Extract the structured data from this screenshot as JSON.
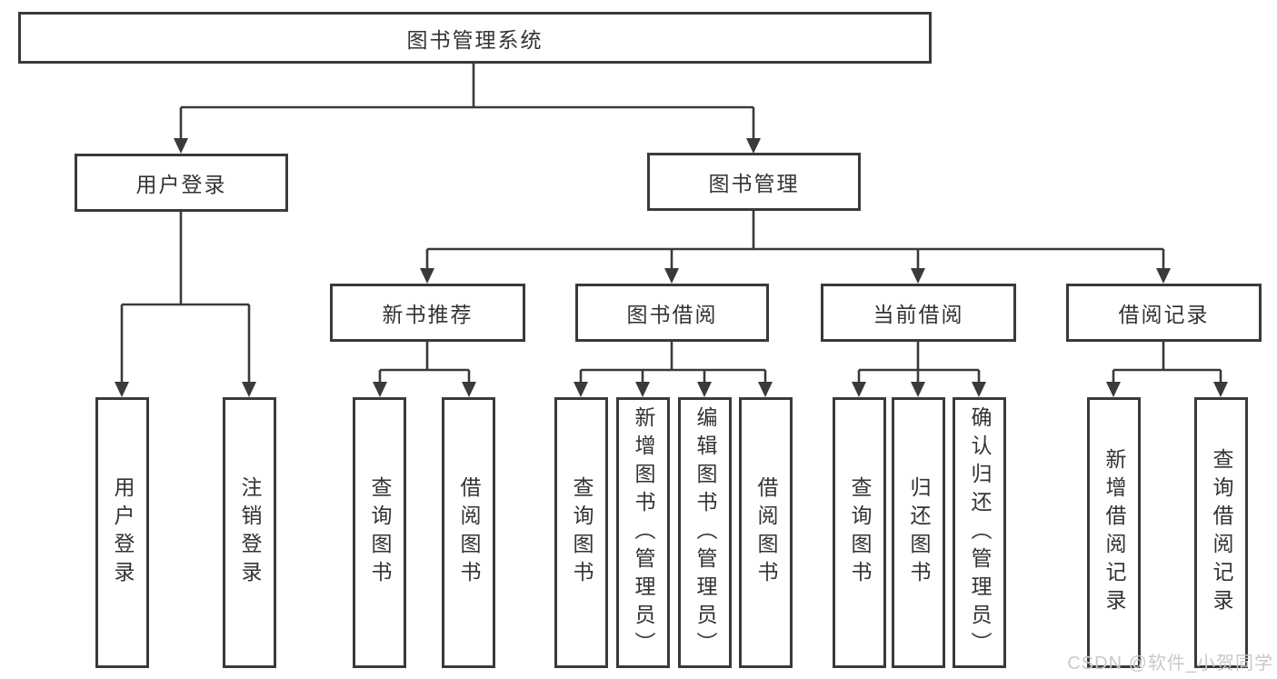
{
  "tree": {
    "root": {
      "label": "图书管理系统",
      "children": [
        {
          "label": "用户登录",
          "children": [
            {
              "label": "用户登录"
            },
            {
              "label": "注销登录"
            }
          ]
        },
        {
          "label": "图书管理",
          "children": [
            {
              "label": "新书推荐",
              "children": [
                {
                  "label": "查询图书"
                },
                {
                  "label": "借阅图书"
                }
              ]
            },
            {
              "label": "图书借阅",
              "children": [
                {
                  "label": "查询图书"
                },
                {
                  "label": "新增图书（管理员）"
                },
                {
                  "label": "编辑图书（管理员）"
                },
                {
                  "label": "借阅图书"
                }
              ]
            },
            {
              "label": "当前借阅",
              "children": [
                {
                  "label": "查询图书"
                },
                {
                  "label": "归还图书"
                },
                {
                  "label": "确认归还（管理员）"
                }
              ]
            },
            {
              "label": "借阅记录",
              "children": [
                {
                  "label": "新增借阅记录"
                },
                {
                  "label": "查询借阅记录"
                }
              ]
            }
          ]
        }
      ]
    }
  },
  "watermark": {
    "text": "CSDN @软件_小贺同学"
  },
  "colors": {
    "line": "#3a3a3a",
    "text": "#333333",
    "watermark": "#c9c9c9",
    "background": "#ffffff"
  }
}
